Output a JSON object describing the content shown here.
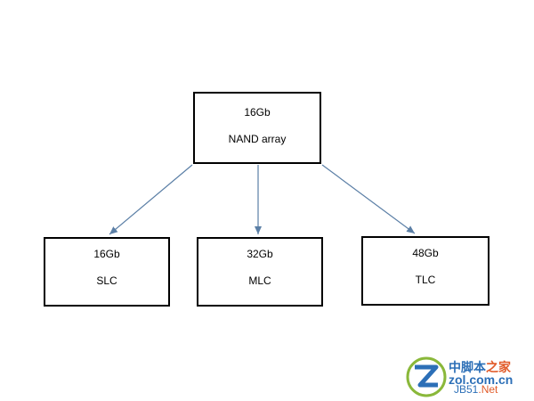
{
  "diagram": {
    "root": {
      "top": "16Gb",
      "bottom": "NAND array"
    },
    "children": [
      {
        "top": "16Gb",
        "bottom": "SLC"
      },
      {
        "top": "32Gb",
        "bottom": "MLC"
      },
      {
        "top": "48Gb",
        "bottom": "TLC"
      }
    ],
    "colors": {
      "border": "#000000",
      "arrow": "#5b7fa6"
    }
  },
  "watermark": {
    "line1_a": "中脚本",
    "line1_b": "之家",
    "line2": "zol.com.cn",
    "line3_a": "JB51",
    "line3_b": ".Net"
  }
}
